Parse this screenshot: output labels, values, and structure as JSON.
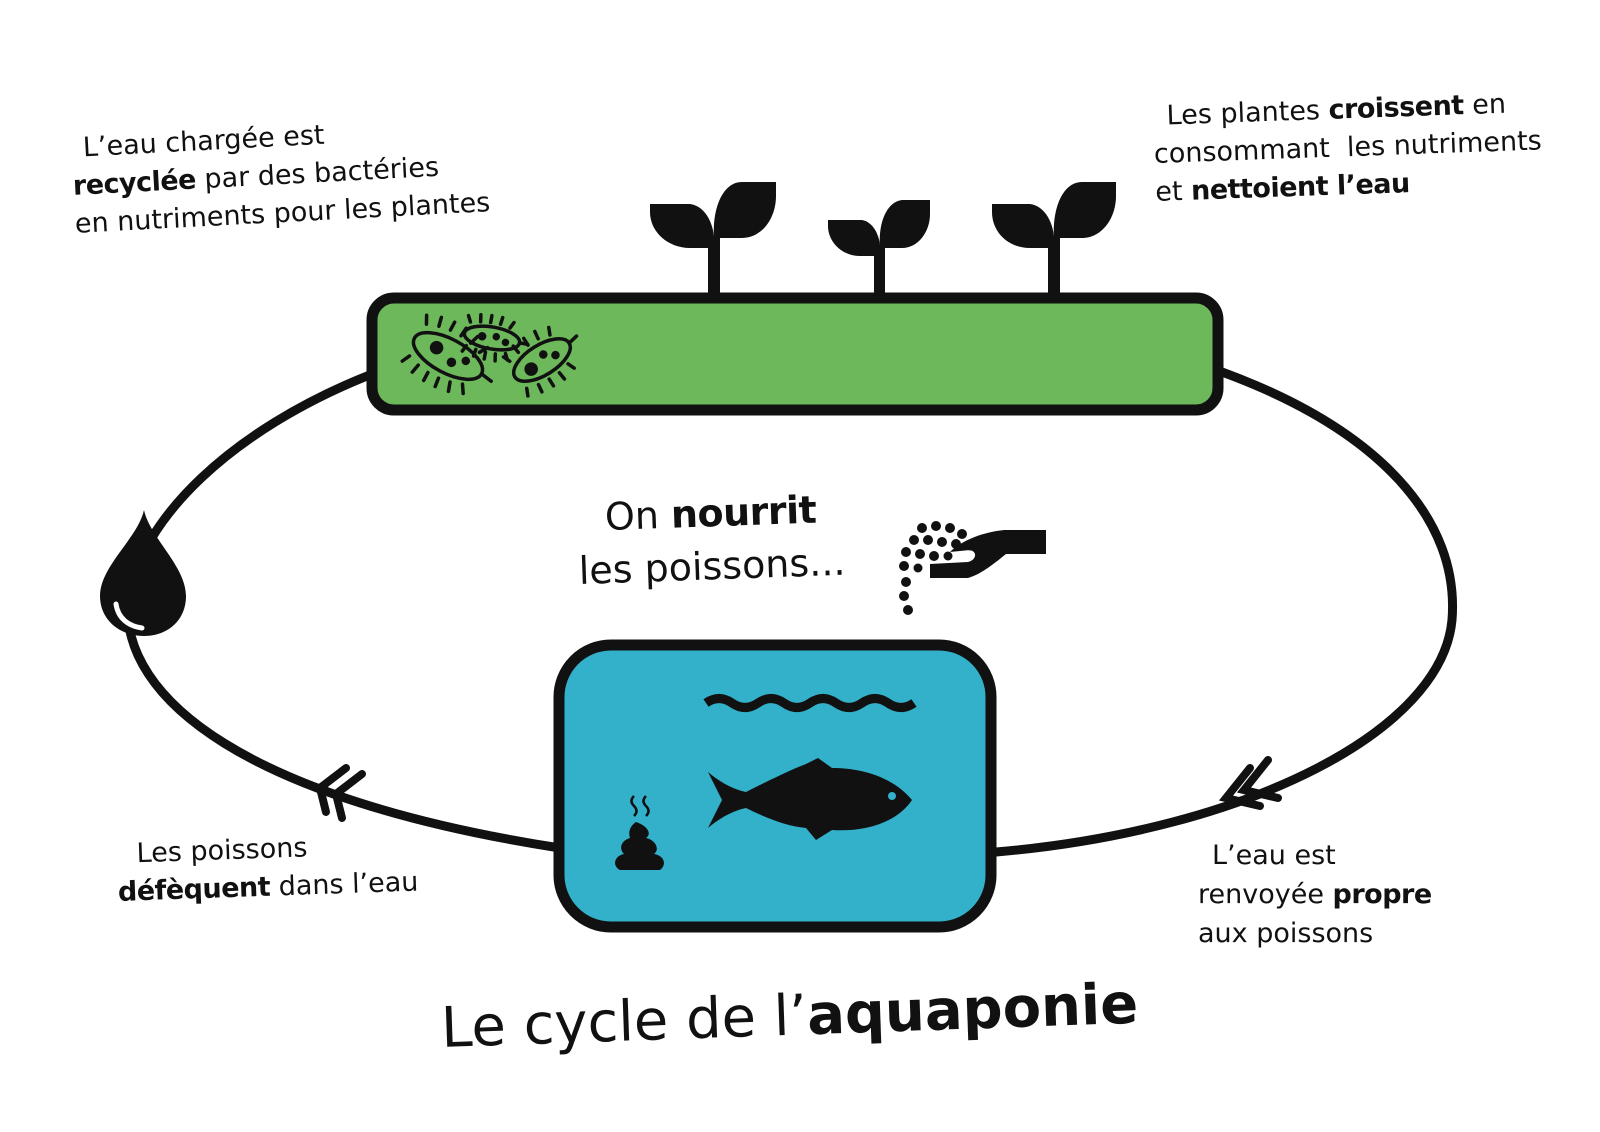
{
  "title": {
    "prefix": "Le cycle de l’",
    "bold": "aquaponie"
  },
  "labels": {
    "recycle": {
      "line1": "L’eau chargée est",
      "line2_bold": "recyclée",
      "line2_rest": " par des bactéries",
      "line3": "en nutriments pour les plantes"
    },
    "plants": {
      "line1_pre": "Les plantes ",
      "line1_bold": "croissent",
      "line1_post": " en",
      "line2": "consommant  les nutriments",
      "line3_pre": "et ",
      "line3_bold": "nettoient l’eau"
    },
    "feed": {
      "line1_pre": "On ",
      "line1_bold": "nourrit",
      "line2": "les poissons..."
    },
    "defecate": {
      "line1": "Les poissons",
      "line2_bold": "défèquent",
      "line2_rest": " dans l’eau"
    },
    "return": {
      "line1": "L’eau est",
      "line2_pre": "renvoyée ",
      "line2_bold": "propre",
      "line3": "aux poissons"
    }
  },
  "colors": {
    "grow_bed": "#6db85a",
    "fish_tank": "#33b0ca",
    "outline": "#111111"
  },
  "icons": [
    "plant-icon",
    "bacteria-icon",
    "water-drop-icon",
    "feeding-hand-icon",
    "fish-icon",
    "water-waves-icon",
    "poop-icon",
    "arrow-icon"
  ]
}
